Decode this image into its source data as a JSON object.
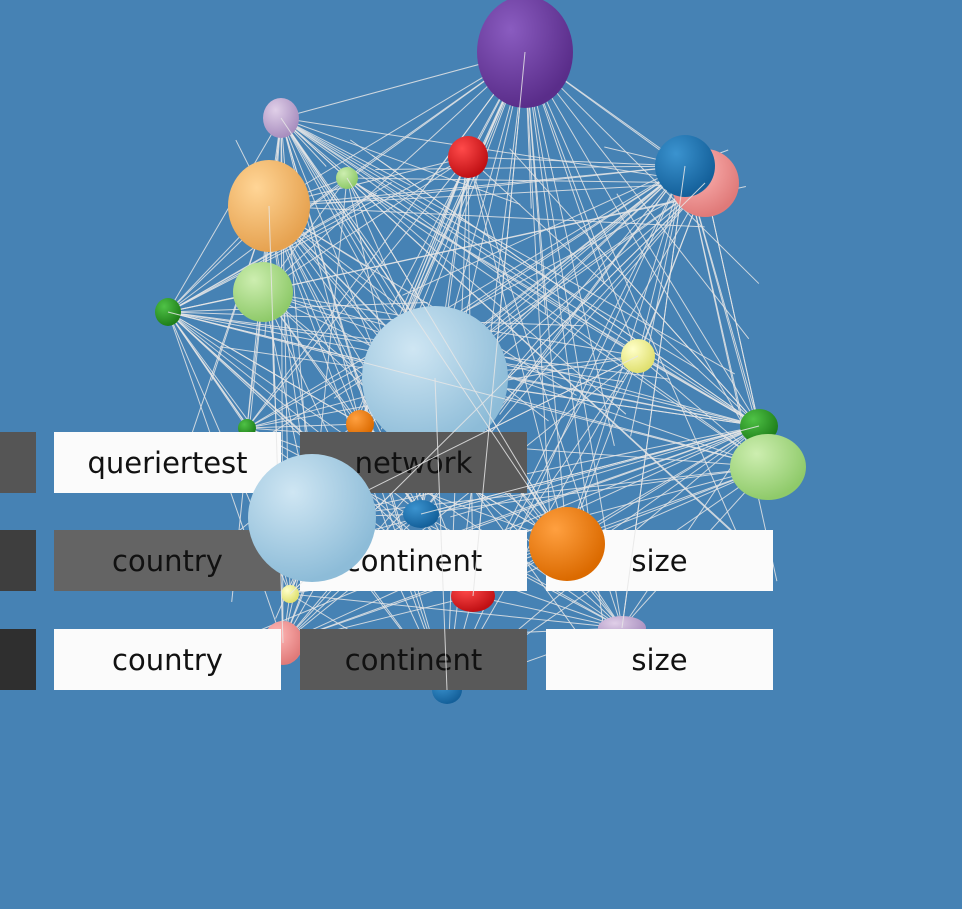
{
  "rows": [
    {
      "row_id": "row-1",
      "buttons": [
        {
          "name": "queriertest-button",
          "label": "queriertest",
          "tone": "light",
          "active": false
        },
        {
          "name": "network-button",
          "label": "network",
          "tone": "dark",
          "active": true
        }
      ]
    },
    {
      "row_id": "row-2",
      "buttons": [
        {
          "name": "country-button-row-2",
          "label": "country",
          "tone": "mid",
          "active": true
        },
        {
          "name": "continent-button-row-2",
          "label": "continent",
          "tone": "light",
          "active": false
        },
        {
          "name": "size-button-row-2",
          "label": "size",
          "tone": "light",
          "active": false
        }
      ]
    },
    {
      "row_id": "row-3",
      "buttons": [
        {
          "name": "country-button-row-3",
          "label": "country",
          "tone": "light",
          "active": false
        },
        {
          "name": "continent-button-row-3",
          "label": "continent",
          "tone": "dark",
          "active": true
        },
        {
          "name": "size-button-row-3",
          "label": "size",
          "tone": "light",
          "active": false
        }
      ]
    }
  ],
  "colors": {
    "background": "#4682b4",
    "button_light": "#fbfbfb",
    "button_dark": "#595959",
    "edge": "#e6e6e6"
  },
  "graph_nodes": [
    {
      "color": "#6a3d9a",
      "label": ""
    },
    {
      "color": "#cab2d6",
      "label": ""
    },
    {
      "color": "#e31a1c",
      "label": ""
    },
    {
      "color": "#b2df8a",
      "label": ""
    },
    {
      "color": "#fdbf6f",
      "label": ""
    },
    {
      "color": "#1f78b4",
      "label": ""
    },
    {
      "color": "#fb9a99",
      "label": ""
    },
    {
      "color": "#33a02c",
      "label": ""
    },
    {
      "color": "#a6cee3",
      "label": ""
    },
    {
      "color": "#ffff99",
      "label": ""
    },
    {
      "color": "#ff7f00",
      "label": ""
    }
  ]
}
